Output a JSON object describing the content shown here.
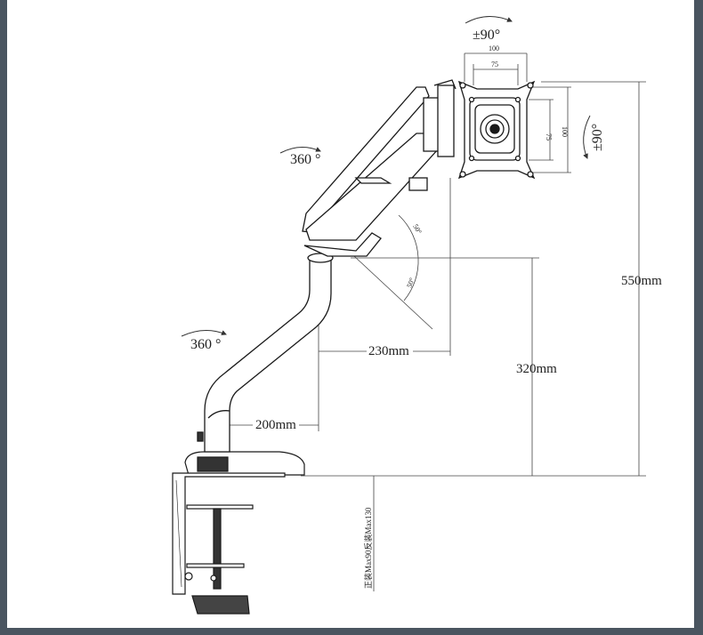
{
  "colors": {
    "frame": "#4a5560",
    "line": "#1a1a1a",
    "dim": "#444444",
    "background": "#ffffff"
  },
  "labels": {
    "tilt_top": "±90°",
    "rotate_side": "±90°",
    "swivel_upper": "360 °",
    "swivel_lower": "360 °",
    "vesa_h_outer": "100",
    "vesa_h_inner": "75",
    "vesa_v_inner": "75",
    "vesa_v_outer": "100",
    "angle_up": "50°",
    "angle_down": "50°",
    "height_total": "550mm",
    "height_pivot": "320mm",
    "reach_upper": "230mm",
    "reach_lower": "200mm",
    "clamp_note": "正装Max90反装Max130"
  }
}
